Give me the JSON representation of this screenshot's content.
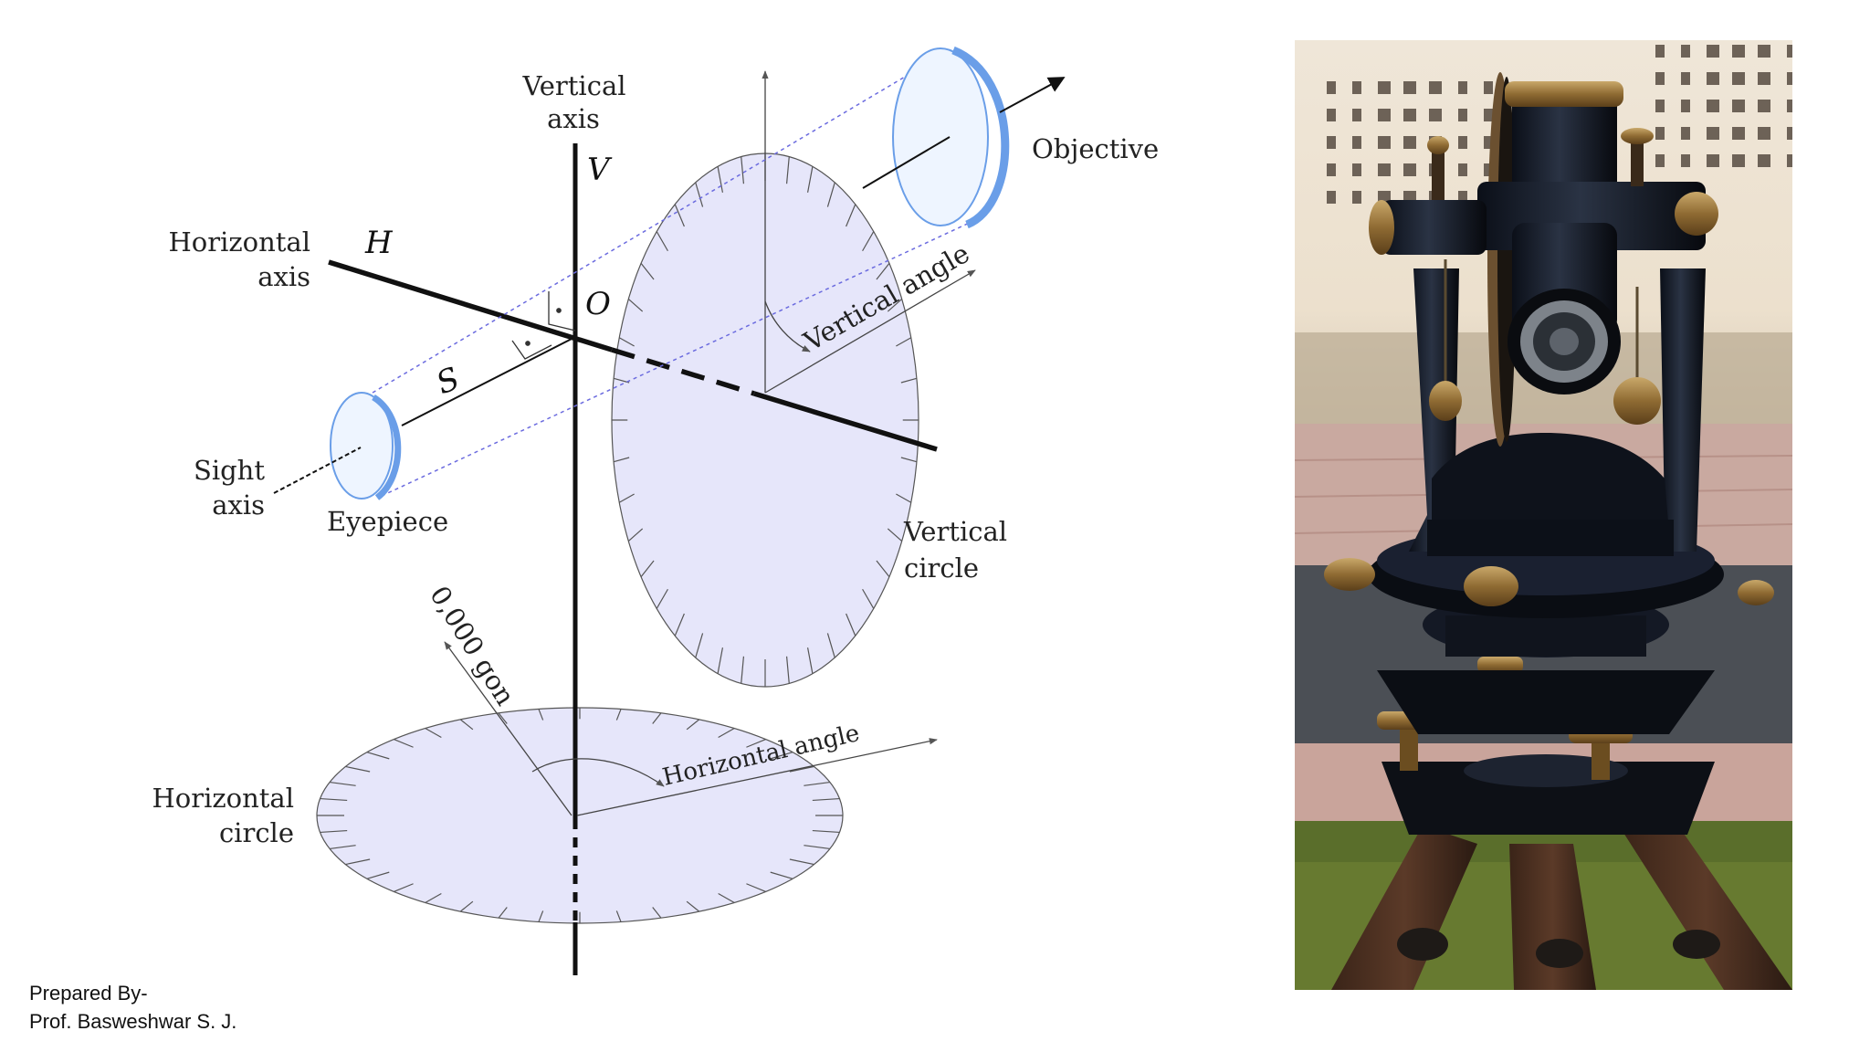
{
  "diagram": {
    "labels": {
      "vertical_axis_1": "Vertical",
      "vertical_axis_2": "axis",
      "V": "V",
      "objective": "Objective",
      "horizontal_axis_1": "Horizontal",
      "horizontal_axis_2": "axis",
      "H": "H",
      "O": "O",
      "vertical_angle": "Vertical angle",
      "S": "S",
      "sight_axis_1": "Sight",
      "sight_axis_2": "axis",
      "eyepiece": "Eyepiece",
      "vertical_circle_1": "Vertical",
      "vertical_circle_2": "circle",
      "zero_gon": "0,000 gon",
      "horizontal_angle": "Horizontal angle",
      "horizontal_circle_1": "Horizontal",
      "horizontal_circle_2": "circle"
    },
    "colors": {
      "circle_fill": "#e6e6fa",
      "lens_fill": "#eef5ff",
      "lens_rim": "#6a9ee8",
      "dotted_guide": "#6b6bdf"
    }
  },
  "photo": {
    "subject": "theodolite-on-tripod"
  },
  "credit": {
    "line1": "Prepared By-",
    "line2": "Prof. Basweshwar S. J."
  }
}
